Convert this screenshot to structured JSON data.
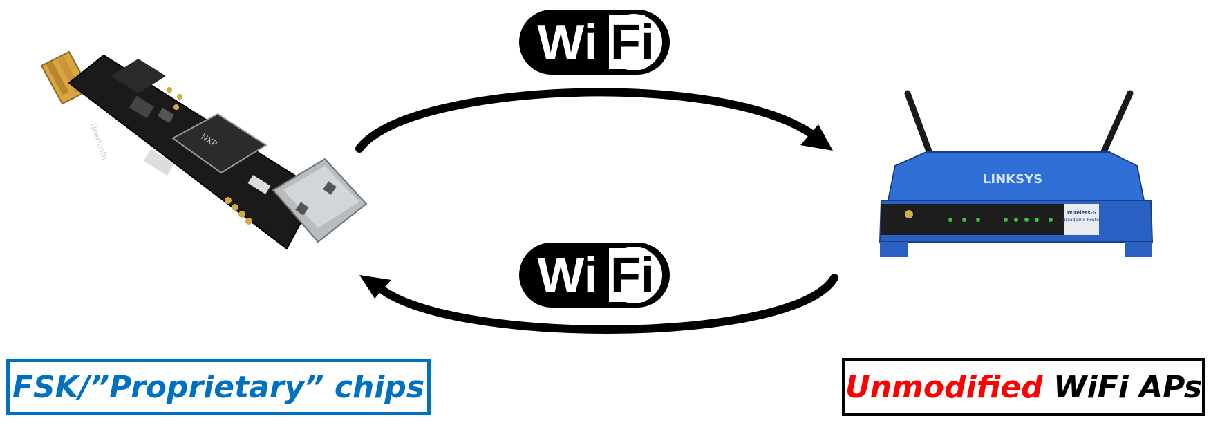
{
  "wifi_logos": [
    {
      "left_text": "Wi",
      "right_text": "Fi"
    },
    {
      "left_text": "Wi",
      "right_text": "Fi"
    }
  ],
  "left_device": {
    "name": "ubertooth-one-usb-dongle"
  },
  "right_device": {
    "brand": "LINKSYS",
    "model_line": "Wireless-G",
    "model_sub": "Broadband Router"
  },
  "labels": {
    "left": "FSK/”Proprietary” chips",
    "right_accent": "Unmodified",
    "right_rest": "WiFi APs"
  },
  "colors": {
    "blue": "#0070c0",
    "red": "#ff0000",
    "black": "#000000"
  }
}
